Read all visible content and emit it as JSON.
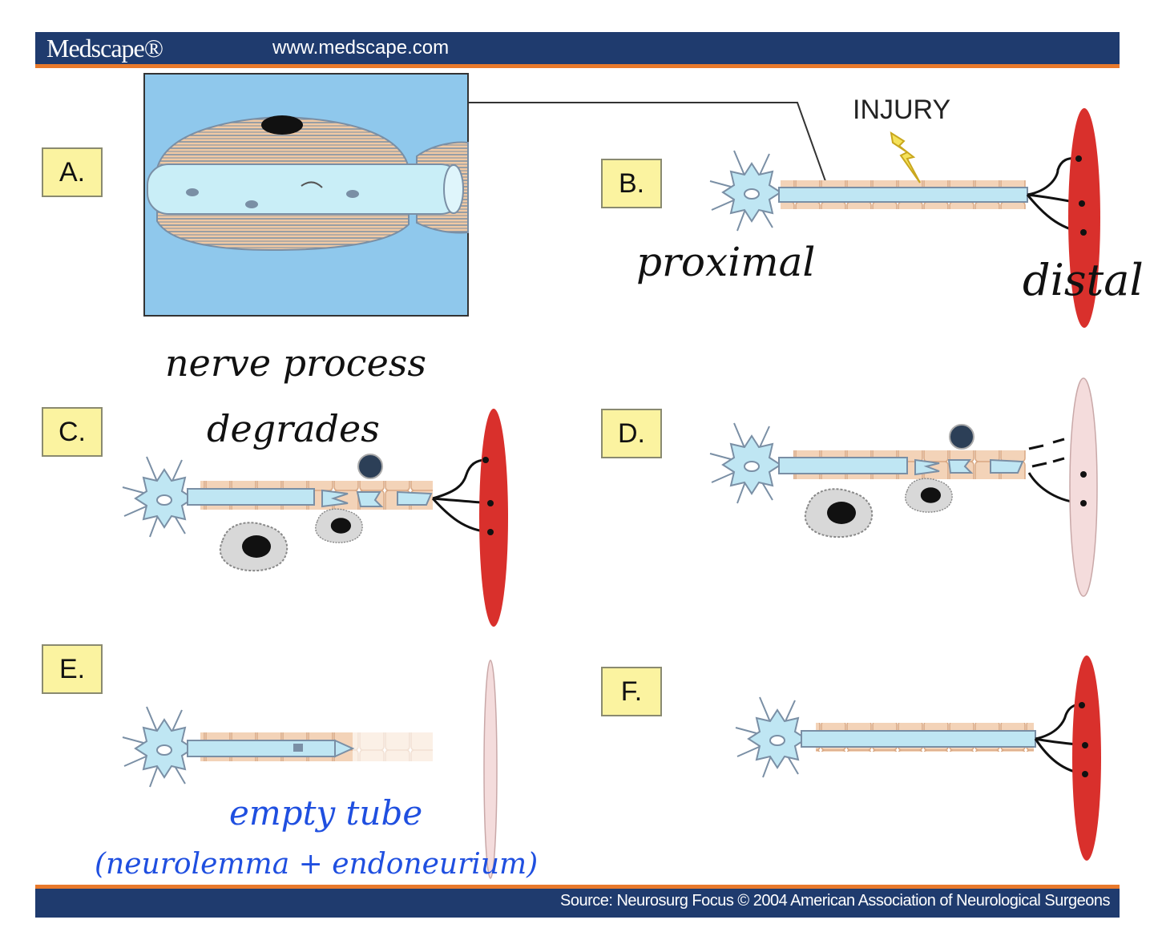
{
  "header": {
    "logo": "Medscape®",
    "url": "www.medscape.com"
  },
  "footer": {
    "source": "Source: Neurosurg Focus © 2004 American Association of Neurological Surgeons"
  },
  "panels": {
    "a": "A.",
    "b": "B.",
    "c": "C.",
    "d": "D.",
    "e": "E.",
    "f": "F."
  },
  "annotations": {
    "injury": "INJURY",
    "proximal": "proximal",
    "distal": "distal",
    "nerve_process_line1": "nerve process",
    "nerve_process_line2": "degrades",
    "empty_tube": "empty tube",
    "neurolemma": "(neurolemma + endoneurium)"
  },
  "colors": {
    "bar": "#1f3b6e",
    "accent": "#e8792b",
    "muscle": "#d9302c",
    "muscle_faded": "#f4dcdc",
    "axon": "#bfe6f3",
    "myelin": "#f3d3b8",
    "label_bg": "#fbf3a0",
    "handwriting_blue": "#1f4fe0"
  }
}
